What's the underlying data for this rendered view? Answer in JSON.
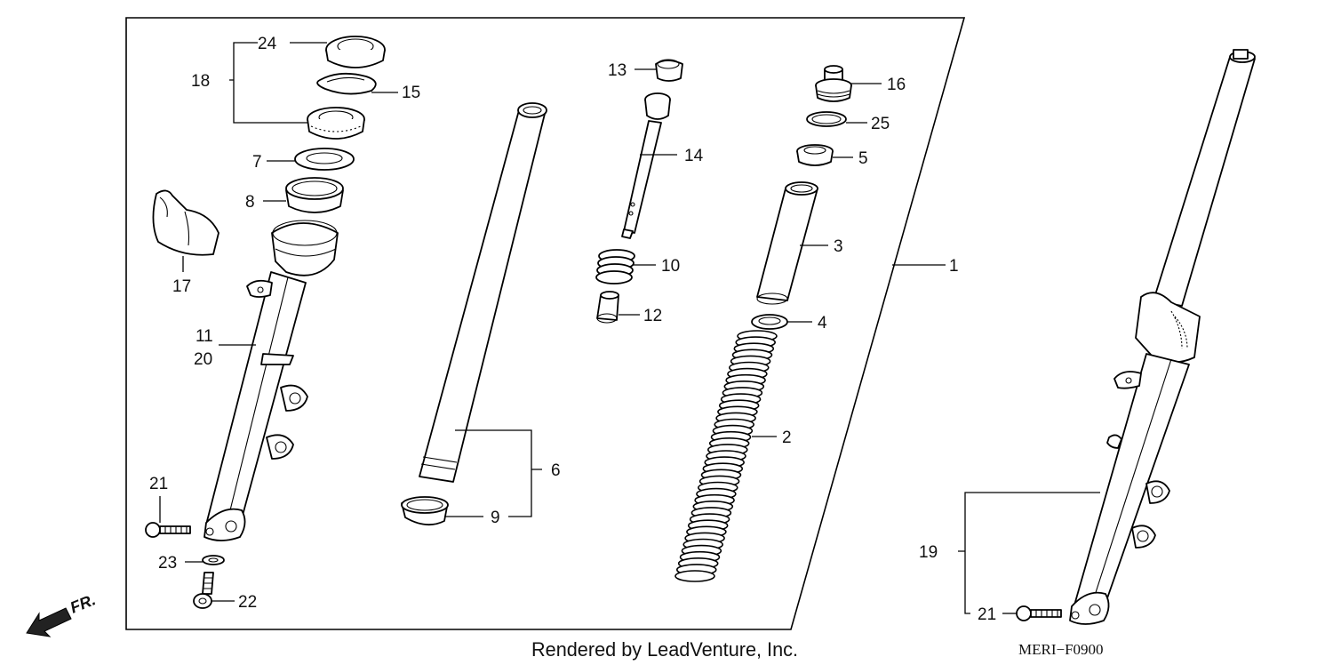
{
  "parts": {
    "p1": "1",
    "p2": "2",
    "p3": "3",
    "p4": "4",
    "p5": "5",
    "p6": "6",
    "p7": "7",
    "p8": "8",
    "p9": "9",
    "p10": "10",
    "p11": "11",
    "p12": "12",
    "p13": "13",
    "p14": "14",
    "p15": "15",
    "p16": "16",
    "p17": "17",
    "p18": "18",
    "p19": "19",
    "p20": "20",
    "p21": "21",
    "p21b": "21",
    "p22": "22",
    "p23": "23",
    "p24": "24",
    "p25": "25"
  },
  "footer": {
    "credit": "Rendered by LeadVenture, Inc.",
    "code": "MERI−F0900",
    "direction": "FR."
  },
  "icons": {
    "direction": "front-arrow-icon"
  }
}
